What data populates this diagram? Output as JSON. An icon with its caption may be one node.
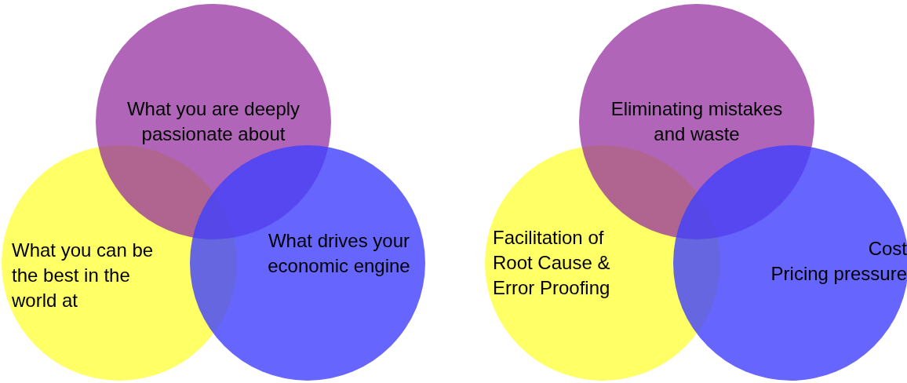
{
  "diagram": {
    "nodes": [
      {
        "text": [
          "What you can be the best in the world at"
        ]
      },
      {
        "text": [
          "What you are deeply passionate about"
        ]
      },
      {
        "text": [
          "What drives your economic engine"
        ]
      },
      {
        "text": [
          "Facilitation of Root Cause & Error Proofing"
        ]
      },
      {
        "text": [
          "Eliminating mistakes and waste"
        ]
      },
      {
        "text": [
          "Cost",
          "Pricing pressure"
        ]
      }
    ]
  }
}
